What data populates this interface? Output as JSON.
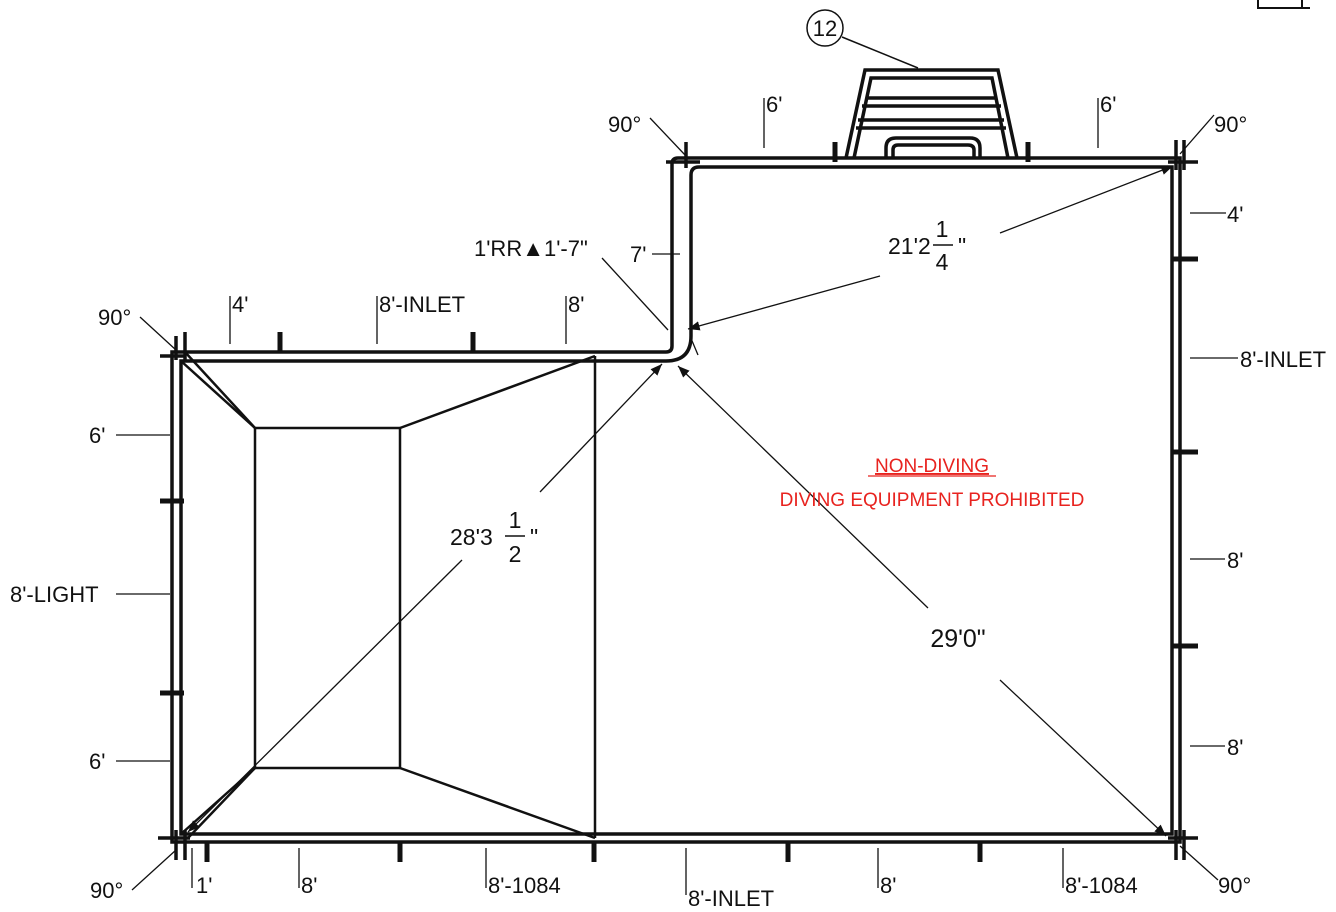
{
  "pool": {
    "steps_callout": "12",
    "note_title": "NON-DIVING",
    "note_subtitle": "DIVING EQUIPMENT PROHIBITED",
    "note_color": "#e8231f",
    "line_color": "#111111"
  },
  "angles": {
    "top_left": "90°",
    "step_top_left": "90°",
    "top_right": "90°",
    "bottom_left": "90°",
    "bottom_right": "90°"
  },
  "radius_label": "1'RR▲1'-7\"",
  "diagonals": {
    "d1": {
      "whole": "21'2",
      "num": "1",
      "den": "4",
      "unit": "\""
    },
    "d2": {
      "whole": "28'3",
      "num": "1",
      "den": "2",
      "unit": "\""
    },
    "d3": "29'0\""
  },
  "top_segments": [
    "4'",
    "8'-INLET",
    "8'"
  ],
  "step_segment": "7'",
  "top_right_segments": [
    "6'",
    "6'"
  ],
  "right_segments": [
    "4'",
    "8'-INLET",
    "8'",
    "8'"
  ],
  "left_segments": [
    "6'",
    "8'-LIGHT",
    "6'"
  ],
  "bottom_segments": [
    "1'",
    "8'",
    "8'-1084",
    "8'-INLET",
    "8'",
    "8'-1084"
  ]
}
